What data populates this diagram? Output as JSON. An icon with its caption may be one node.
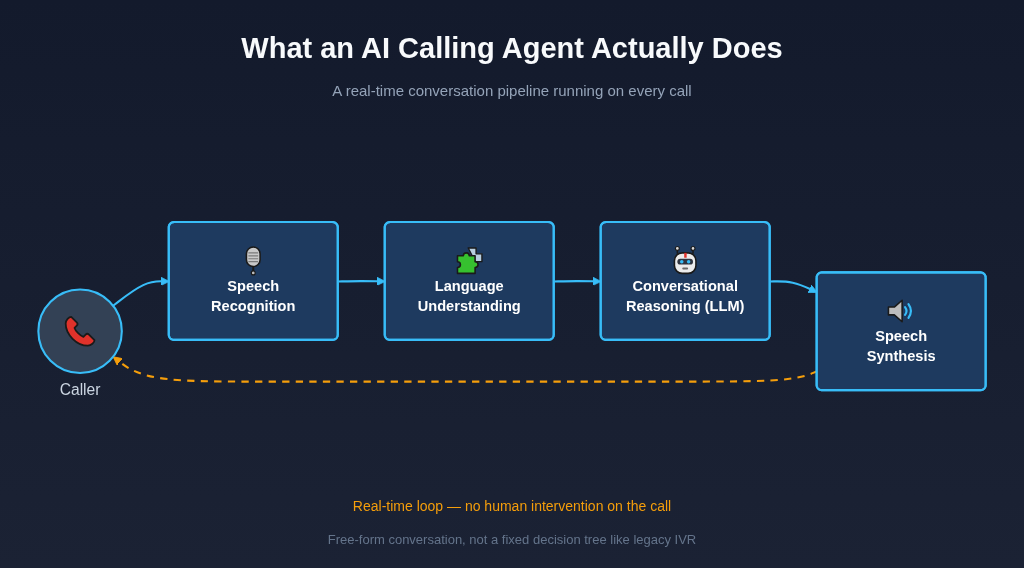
{
  "diagram": {
    "title": "What an AI Calling Agent Actually Does",
    "nodes": [
      {
        "text": [],
        "shape": "circle",
        "beside": [
          "Caller"
        ]
      },
      {
        "text": [
          "Speech Recognition"
        ]
      },
      {
        "text": [
          "Language Understanding"
        ]
      },
      {
        "text": [
          "Conversational Reasoning (LLM)"
        ]
      },
      {
        "text": [
          "Speech Synthesis"
        ]
      }
    ],
    "edges": [
      {
        "from": 0,
        "to": 1,
        "arrow": "to"
      },
      {
        "from": 1,
        "to": 2,
        "arrow": "to"
      },
      {
        "from": 2,
        "to": 3,
        "arrow": "to"
      },
      {
        "from": 3,
        "to": 4,
        "arrow": "to"
      },
      {
        "from": 4,
        "to": 0,
        "arrow": "to",
        "style": "dashed",
        "color": "#f59e0b"
      }
    ],
    "labels": [
      "A real-time conversation pipeline running on every call",
      "Real-time loop — no human intervention on the call",
      "Free-form conversation, not a fixed decision tree like legacy IVR"
    ]
  }
}
